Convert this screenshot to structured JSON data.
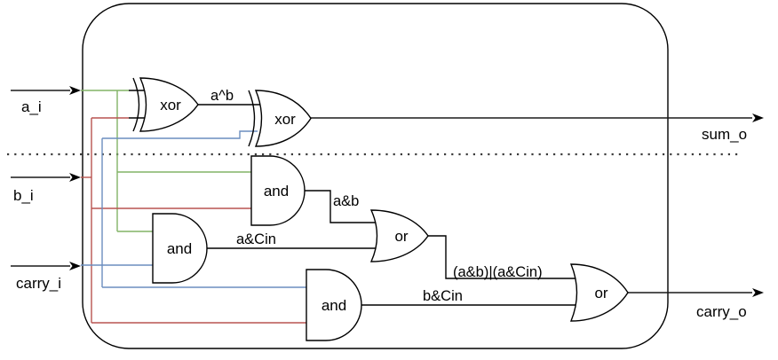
{
  "io": {
    "inputs": [
      {
        "id": "a-i",
        "label": "a_i"
      },
      {
        "id": "b-i",
        "label": "b_i"
      },
      {
        "id": "carry-i",
        "label": "carry_i"
      }
    ],
    "outputs": [
      {
        "id": "sum-o",
        "label": "sum_o"
      },
      {
        "id": "carry-o",
        "label": "carry_o"
      }
    ]
  },
  "gates": [
    {
      "id": "xor1",
      "label": "xor"
    },
    {
      "id": "xor2",
      "label": "xor"
    },
    {
      "id": "and1",
      "label": "and"
    },
    {
      "id": "and2",
      "label": "and"
    },
    {
      "id": "and3",
      "label": "and"
    },
    {
      "id": "or1",
      "label": "or"
    },
    {
      "id": "or2",
      "label": "or"
    }
  ],
  "wire_labels": {
    "a_xor_b": "a^b",
    "a_and_b": "a&b",
    "a_and_cin": "a&Cin",
    "b_and_cin": "b&Cin",
    "ab_or_acin": "(a&b)|(a&Cin)"
  },
  "colors": {
    "net_a": "#82b366",
    "net_b": "#b85450",
    "net_carry": "#6c8ebf",
    "outline": "#000000",
    "divider": "#3b3b3b"
  }
}
